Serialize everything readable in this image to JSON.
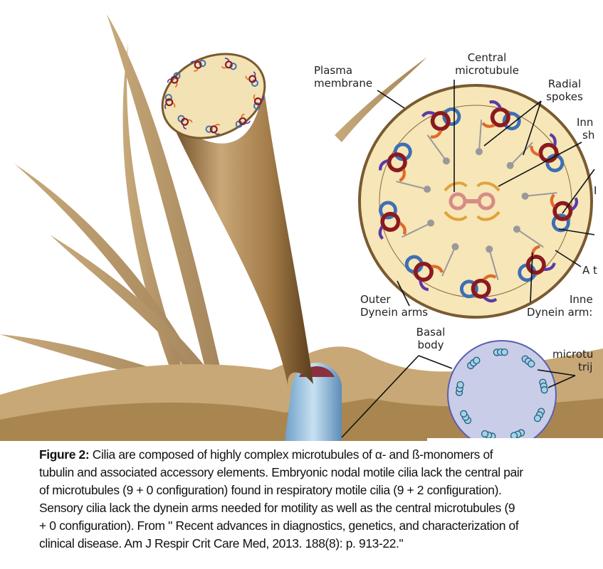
{
  "figure": {
    "labels": {
      "plasma_membrane": [
        "Plasma",
        "membrane"
      ],
      "central_microtubule": [
        "Central",
        "microtubule"
      ],
      "radial_spokes": [
        "Radial",
        "spokes"
      ],
      "inner_sheath": [
        "Inn",
        "sh"
      ],
      "b_tubule": "I",
      "a_tubule": "A t",
      "outer_dynein_arms": [
        "Outer",
        "Dynein arms"
      ],
      "inner_dynein_arms": [
        "Inne",
        "Dynein arm:"
      ],
      "basal_body": [
        "Basal",
        "body"
      ],
      "microtubule_triplets": [
        "microtu",
        "trij"
      ]
    },
    "colors": {
      "membrane_brown": "#8a6a3e",
      "shaft_tan": "#b08b5a",
      "cross_section_fill": "#f6e6b8",
      "a_tubule_red": "#8b1a1f",
      "b_tubule_blue": "#3e6fb5",
      "dynein_orange": "#e06a2a",
      "basal_body_fill": "#c9cde8",
      "triplet_blue": "#9fd3e6"
    }
  },
  "caption": {
    "label": "Figure 2:",
    "lines": [
      " Cilia are composed of highly complex microtubules of α- and ß-monomers of",
      "tubulin and associated accessory elements. Embryonic nodal motile cilia lack the central pair",
      "of microtubules (9 + 0 configuration) found in respiratory motile cilia (9 + 2 configuration).",
      "Sensory cilia lack the dynein arms needed for motility as well as the central microtubules (9",
      "+ 0 configuration). From \" Recent advances in diagnostics, genetics, and characterization of",
      "clinical disease. Am J Respir Crit Care Med, 2013. 188(8): p. 913-22.\""
    ]
  }
}
